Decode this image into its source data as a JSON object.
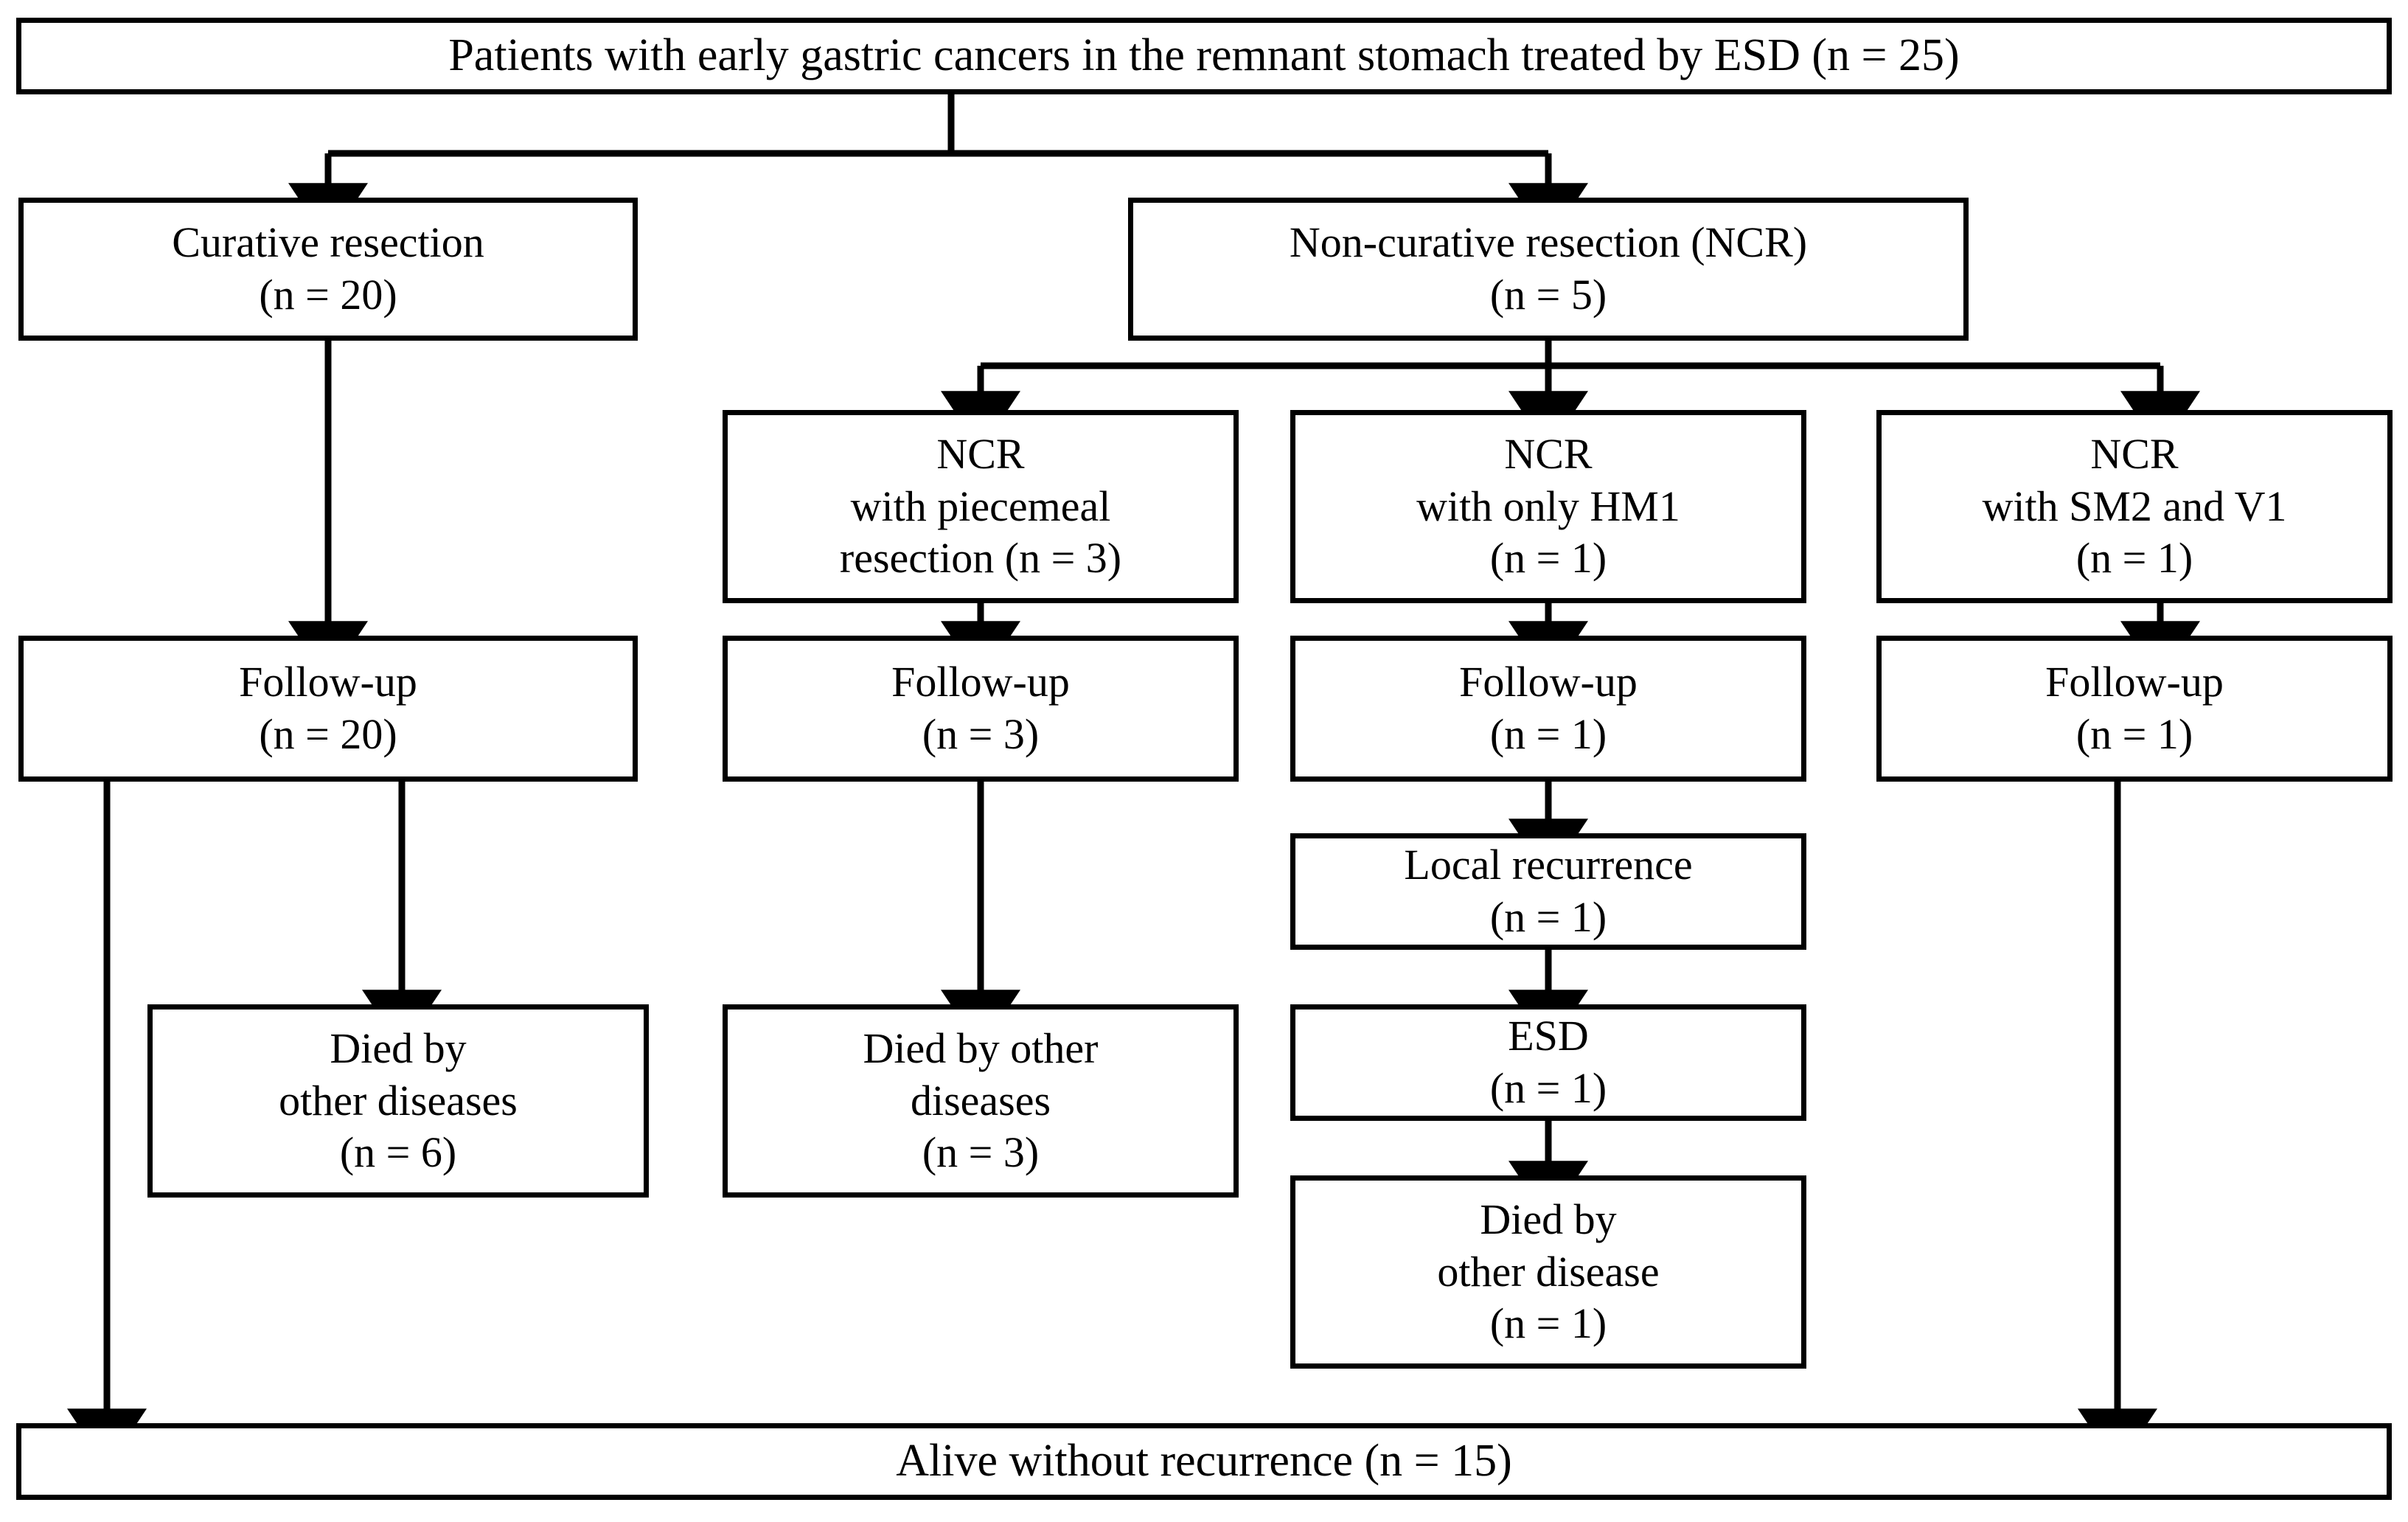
{
  "diagram": {
    "title_box": {
      "lines": [
        "Patients with early gastric cancers in the remnant stomach treated by ESD (n = 25)"
      ]
    },
    "bottom_box": {
      "lines": [
        "Alive without recurrence (n = 15)"
      ]
    },
    "nodes": [
      {
        "id": "curative",
        "lines": [
          "Curative resection",
          "(n = 20)"
        ]
      },
      {
        "id": "noncurative",
        "lines": [
          "Non-curative resection (NCR)",
          "(n = 5)"
        ]
      },
      {
        "id": "ncr-piecemeal",
        "lines": [
          "NCR",
          "with piecemeal",
          "resection (n = 3)"
        ]
      },
      {
        "id": "ncr-hm1",
        "lines": [
          "NCR",
          "with only HM1",
          "(n = 1)"
        ]
      },
      {
        "id": "ncr-sm2v1",
        "lines": [
          "NCR",
          "with SM2 and V1",
          "(n = 1)"
        ]
      },
      {
        "id": "followup-20",
        "lines": [
          "Follow-up",
          "(n = 20)"
        ]
      },
      {
        "id": "followup-3",
        "lines": [
          "Follow-up",
          "(n = 3)"
        ]
      },
      {
        "id": "followup-1a",
        "lines": [
          "Follow-up",
          "(n = 1)"
        ]
      },
      {
        "id": "followup-1b",
        "lines": [
          "Follow-up",
          "(n = 1)"
        ]
      },
      {
        "id": "local-recurrence",
        "lines": [
          "Local recurrence",
          "(n = 1)"
        ]
      },
      {
        "id": "esd",
        "lines": [
          "ESD",
          "(n = 1)"
        ]
      },
      {
        "id": "died-6",
        "lines": [
          "Died by",
          "other diseases",
          "(n = 6)"
        ]
      },
      {
        "id": "died-3",
        "lines": [
          "Died by other",
          "diseases",
          "(n = 3)"
        ]
      },
      {
        "id": "died-1",
        "lines": [
          "Died by",
          "other disease",
          "(n = 1)"
        ]
      }
    ],
    "colors": {
      "stroke": "#000000",
      "fill": "#ffffff",
      "text": "#000000"
    }
  }
}
